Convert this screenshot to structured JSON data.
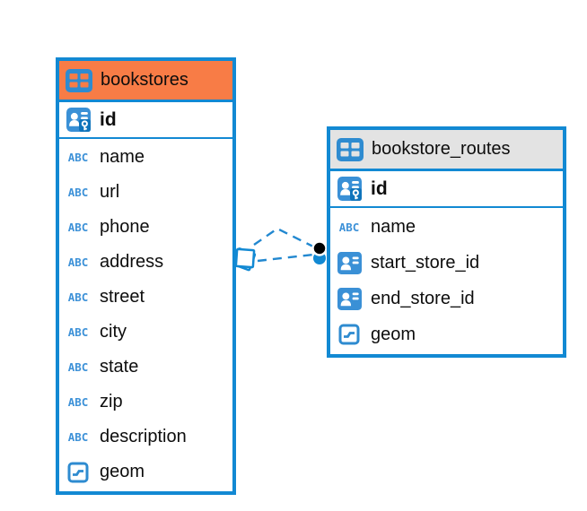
{
  "diagram": {
    "type": "entity-relationship",
    "colors": {
      "accent_blue": "#1289d3",
      "selected_header_orange": "#f87c46",
      "header_gray": "#e3e3e3",
      "relationship_line_blue": "#2288d0",
      "endpoint_black": "#000000",
      "background": "#ffffff"
    },
    "icons": {
      "text_type_label": "ABC"
    },
    "tables": [
      {
        "name": "bookstores",
        "primary_key": "id",
        "columns": [
          {
            "label": "name",
            "type": "text"
          },
          {
            "label": "url",
            "type": "text"
          },
          {
            "label": "phone",
            "type": "text"
          },
          {
            "label": "address",
            "type": "text"
          },
          {
            "label": "street",
            "type": "text"
          },
          {
            "label": "city",
            "type": "text"
          },
          {
            "label": "state",
            "type": "text"
          },
          {
            "label": "zip",
            "type": "text"
          },
          {
            "label": "description",
            "type": "text"
          },
          {
            "label": "geom",
            "type": "geometry"
          }
        ]
      },
      {
        "name": "bookstore_routes",
        "primary_key": "id",
        "columns": [
          {
            "label": "name",
            "type": "text"
          },
          {
            "label": "start_store_id",
            "type": "reference"
          },
          {
            "label": "end_store_id",
            "type": "reference"
          },
          {
            "label": "geom",
            "type": "geometry"
          }
        ]
      }
    ],
    "relationships": [
      {
        "from_table": "bookstore_routes",
        "from_column": "start_store_id",
        "to_table": "bookstores",
        "to_column": "id",
        "style": "dashed"
      },
      {
        "from_table": "bookstore_routes",
        "from_column": "end_store_id",
        "to_table": "bookstores",
        "to_column": "id",
        "style": "dashed"
      }
    ]
  }
}
